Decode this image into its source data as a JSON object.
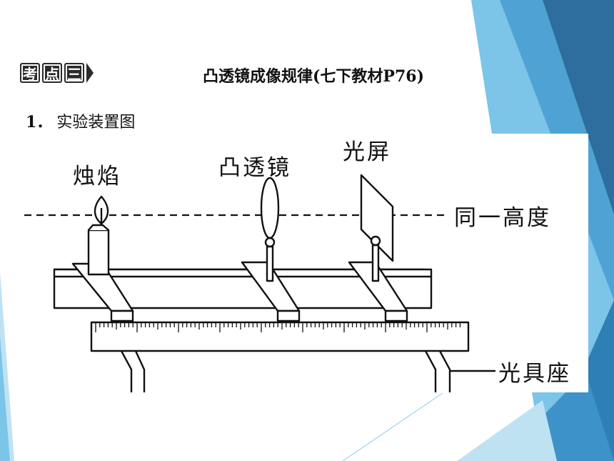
{
  "header": {
    "badge_chars": [
      "考",
      "点",
      "三"
    ],
    "title": "凸透镜成像规律(七下教材P76)"
  },
  "section": {
    "number": "1．",
    "heading": "实验装置图"
  },
  "diagram": {
    "labels": {
      "candle": "烛焰",
      "lens": "凸透镜",
      "screen": "光屏",
      "height_line": "同一高度",
      "bench": "光具座"
    }
  },
  "theme": {
    "accent_dark": "#2d6e9e",
    "accent_mid": "#3d93c9",
    "accent_light": "#7cc4e8",
    "accent_pale": "#bfe2f3"
  }
}
